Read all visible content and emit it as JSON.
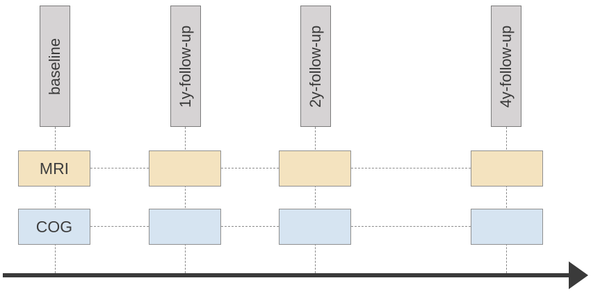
{
  "timepoints": [
    {
      "label": "baseline"
    },
    {
      "label": "1y-follow-up"
    },
    {
      "label": "2y-follow-up"
    },
    {
      "label": "4y-follow-up"
    }
  ],
  "rows": [
    {
      "label": "MRI",
      "color": "#f4e3bf"
    },
    {
      "label": "COG",
      "color": "#d6e4f1"
    }
  ],
  "colors": {
    "timepoint_box": "#d6d3d4",
    "axis": "#3a3a3a",
    "dash": "#8a8a8a"
  }
}
